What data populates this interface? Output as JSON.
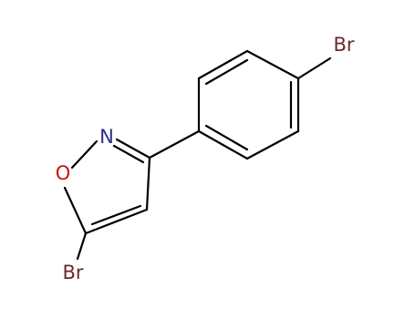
{
  "molecule": {
    "atoms": {
      "br_top": {
        "symbol": "Br",
        "color": "#6b2a2a"
      },
      "nitrogen": {
        "symbol": "N",
        "color": "#2b2b8f"
      },
      "oxygen": {
        "symbol": "O",
        "color": "#d01010"
      },
      "br_bottom": {
        "symbol": "Br",
        "color": "#6b2a2a"
      }
    },
    "bond_color": "#000000"
  }
}
